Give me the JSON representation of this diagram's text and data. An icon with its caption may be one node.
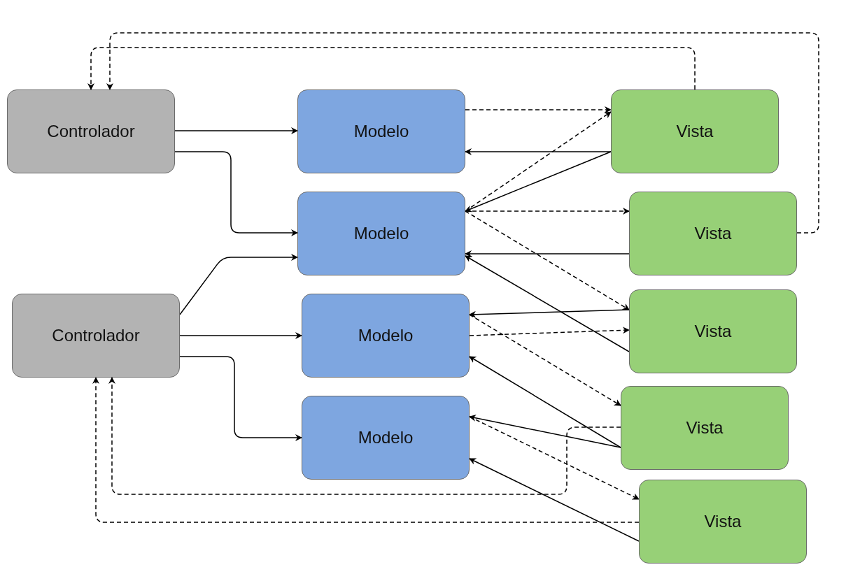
{
  "diagram": {
    "nodes": [
      {
        "text": [
          "Controlador"
        ]
      },
      {
        "text": [
          "Modelo"
        ]
      },
      {
        "text": [
          "Vista"
        ]
      },
      {
        "text": [
          "Modelo"
        ]
      },
      {
        "text": [
          "Vista"
        ]
      },
      {
        "text": [
          "Controlador"
        ]
      },
      {
        "text": [
          "Modelo"
        ]
      },
      {
        "text": [
          "Vista"
        ]
      },
      {
        "text": [
          "Modelo"
        ]
      },
      {
        "text": [
          "Vista"
        ]
      },
      {
        "text": [
          "Vista"
        ]
      }
    ],
    "edges": [
      {
        "from": 0,
        "to": 1,
        "arrow": "to"
      },
      {
        "from": 0,
        "to": 3,
        "arrow": "to"
      },
      {
        "from": 5,
        "to": 3,
        "arrow": "to"
      },
      {
        "from": 5,
        "to": 6,
        "arrow": "to"
      },
      {
        "from": 5,
        "to": 8,
        "arrow": "to"
      },
      {
        "from": 1,
        "to": 2,
        "arrow": "to",
        "style": "dashed"
      },
      {
        "from": 2,
        "to": 1,
        "arrow": "to"
      },
      {
        "from": 3,
        "to": 2,
        "arrow": "to",
        "style": "dashed"
      },
      {
        "from": 2,
        "to": 3,
        "arrow": "to"
      },
      {
        "from": 3,
        "to": 4,
        "arrow": "to",
        "style": "dashed"
      },
      {
        "from": 4,
        "to": 3,
        "arrow": "to"
      },
      {
        "from": 3,
        "to": 7,
        "arrow": "to",
        "style": "dashed"
      },
      {
        "from": 7,
        "to": 3,
        "arrow": "to"
      },
      {
        "from": 7,
        "to": 6,
        "arrow": "to"
      },
      {
        "from": 6,
        "to": 7,
        "arrow": "to",
        "style": "dashed"
      },
      {
        "from": 6,
        "to": 9,
        "arrow": "to",
        "style": "dashed"
      },
      {
        "from": 9,
        "to": 6,
        "arrow": "to"
      },
      {
        "from": 9,
        "to": 8,
        "arrow": "to"
      },
      {
        "from": 8,
        "to": 10,
        "arrow": "to",
        "style": "dashed"
      },
      {
        "from": 10,
        "to": 8,
        "arrow": "to"
      },
      {
        "from": 2,
        "to": 0,
        "arrow": "to",
        "style": "dashed"
      },
      {
        "from": 4,
        "to": 0,
        "arrow": "to",
        "style": "dashed"
      },
      {
        "from": 9,
        "to": 5,
        "arrow": "to",
        "style": "dashed"
      },
      {
        "from": 10,
        "to": 5,
        "arrow": "to",
        "style": "dashed"
      }
    ]
  }
}
